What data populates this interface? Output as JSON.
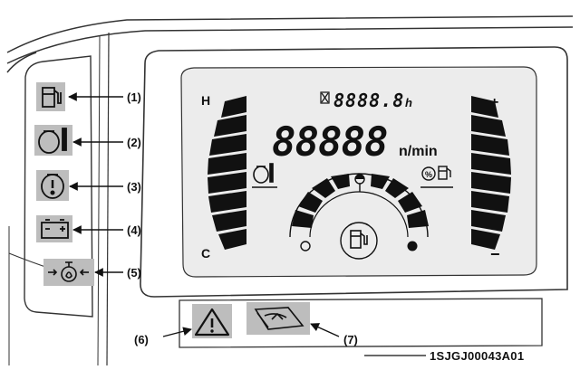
{
  "callouts": [
    {
      "id": "1",
      "label": "(1)",
      "icon": "fuel-pump-icon"
    },
    {
      "id": "2",
      "label": "(2)",
      "icon": "coolant-temperature-icon"
    },
    {
      "id": "3",
      "label": "(3)",
      "icon": "engine-warning-icon"
    },
    {
      "id": "4",
      "label": "(4)",
      "icon": "battery-charge-icon"
    },
    {
      "id": "5",
      "label": "(5)",
      "icon": "oil-pressure-icon"
    },
    {
      "id": "6",
      "label": "(6)",
      "icon": "warning-triangle-icon"
    },
    {
      "id": "7",
      "label": "(7)",
      "icon": "operation-manual-icon"
    }
  ],
  "lcd": {
    "hour_digits": "8888.8",
    "hour_unit": "h",
    "rpm_digits": "88888",
    "rpm_unit": "n/min",
    "temp_high": "H",
    "temp_low": "C",
    "fuel_full": "+",
    "fuel_empty": "−"
  },
  "reference_code": "1SJGJ00043A01",
  "colors": {
    "lcd_background": "#e9e9e9",
    "segment": "#111111",
    "icon_box": "#bdbdbd",
    "line": "#222222"
  }
}
